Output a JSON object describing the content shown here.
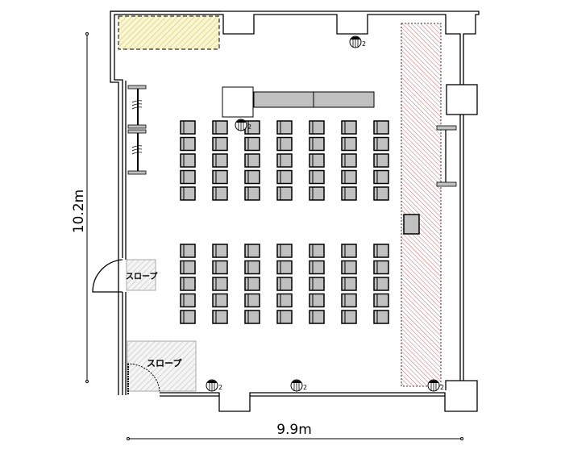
{
  "plan": {
    "width_dimension": "9.9m",
    "height_dimension": "10.2m",
    "slope_label_small": "スロープ",
    "slope_label_large": "スロープ",
    "speaker_number": "2",
    "chair_rows_front": 5,
    "chair_rows_back": 5,
    "chair_columns": 7
  },
  "colors": {
    "yellow_hatch": "#e8e08a",
    "red_hatch": "#d06060",
    "furniture": "#c0c0c0"
  }
}
